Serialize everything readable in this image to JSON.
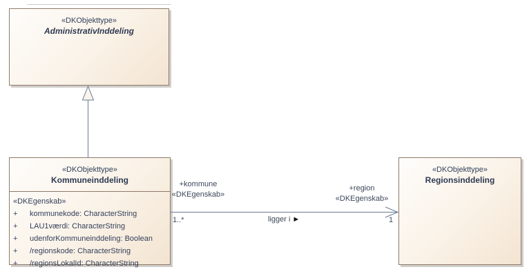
{
  "diagram_type": "uml-class-diagram",
  "colors": {
    "box_fill_light": "#fefdfb",
    "box_fill_dark": "#f3e4d1",
    "box_border": "#8f7a6a",
    "connector": "#6a7a95",
    "text": "#2f3a52",
    "shadow": "#969089"
  },
  "classes": {
    "administrativ": {
      "stereotype": "«DKObjekttype»",
      "name": "AdministrativInddeling"
    },
    "kommune": {
      "stereotype": "«DKObjekttype»",
      "name": "Kommuneinddeling",
      "attr_stereotype": "«DKEgenskab»",
      "attributes": [
        {
          "visibility": "+",
          "text": "kommunekode: CharacterString"
        },
        {
          "visibility": "+",
          "text": "LAU1værdi: CharacterString"
        },
        {
          "visibility": "+",
          "text": "udenforKommuneinddeling: Boolean"
        },
        {
          "visibility": "+",
          "text": "/regionskode: CharacterString"
        },
        {
          "visibility": "+",
          "text": "/regionsLokalId: CharacterString"
        }
      ]
    },
    "region": {
      "stereotype": "«DKObjekttype»",
      "name": "Regionsinddeling"
    }
  },
  "association": {
    "name": "ligger i",
    "direction_icon": "►",
    "source_role": "+kommune",
    "source_stereotype": "«DKEgenskab»",
    "source_multiplicity": "1..*",
    "target_role": "+region",
    "target_stereotype": "«DKEgenskab»",
    "target_multiplicity": "1"
  }
}
